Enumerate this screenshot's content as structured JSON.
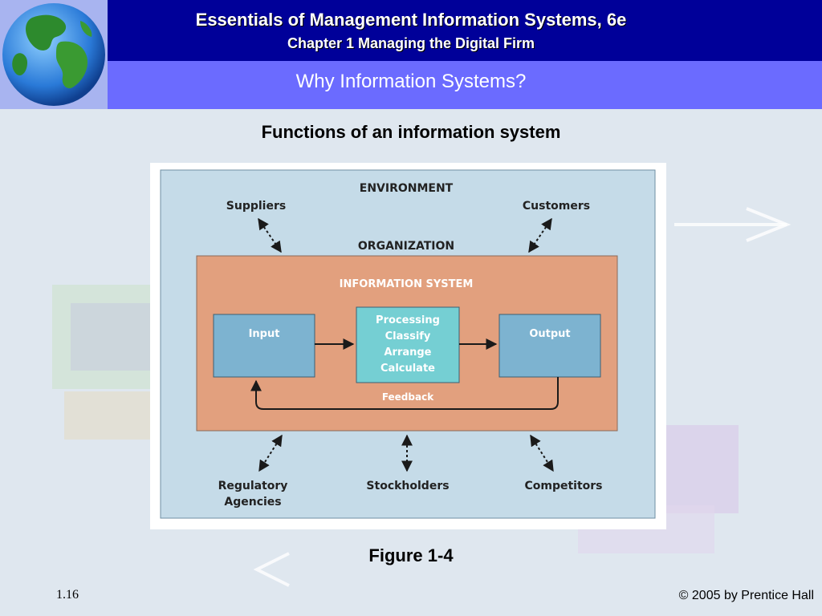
{
  "header": {
    "title": "Essentials of Management Information Systems, 6e",
    "chapter": "Chapter 1 Managing the Digital Firm",
    "subtitle": "Why Information Systems?"
  },
  "slide": {
    "heading": "Functions of an information system",
    "caption": "Figure 1-4",
    "number": "1.16",
    "copyright": "© 2005 by Prentice Hall"
  },
  "diagram": {
    "environment": "ENVIRONMENT",
    "organization": "ORGANIZATION",
    "information_system": "INFORMATION SYSTEM",
    "input": "Input",
    "processing": [
      "Processing",
      "Classify",
      "Arrange",
      "Calculate"
    ],
    "output": "Output",
    "feedback": "Feedback",
    "suppliers": "Suppliers",
    "customers": "Customers",
    "regulatory": [
      "Regulatory",
      "Agencies"
    ],
    "stockholders": "Stockholders",
    "competitors": "Competitors"
  },
  "colors": {
    "header_dark": "#000099",
    "header_light": "#6b6bff",
    "environment_bg": "#c5dbe8",
    "organization_bg": "#e2a07e",
    "input_output_box": "#7db3d0",
    "processing_box": "#75cfd3"
  },
  "icons": [
    "globe-icon"
  ]
}
